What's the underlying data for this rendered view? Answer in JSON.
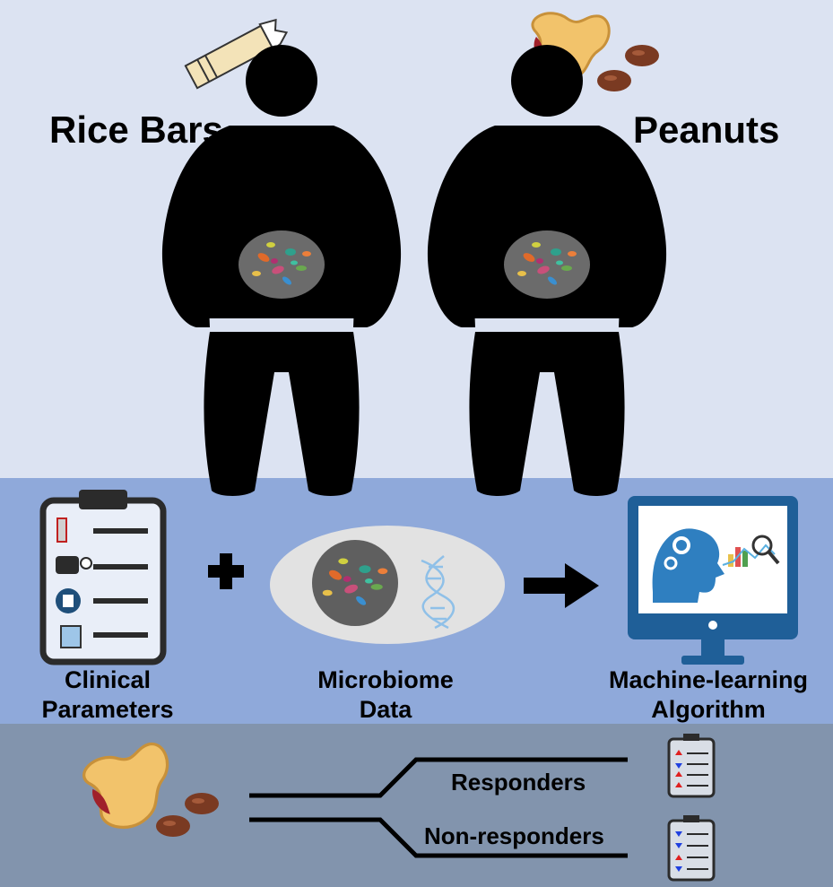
{
  "top": {
    "left_title": "Rice Bars",
    "right_title": "Peanuts"
  },
  "pipeline": {
    "clinical_label": "Clinical\nParameters",
    "microbiome_label": "Microbiome\nData",
    "ml_label": "Machine-learning\nAlgorithm"
  },
  "outcome": {
    "responders_label": "Responders",
    "non_responders_label": "Non-responders"
  },
  "colors": {
    "top_band": "#dce3f2",
    "middle_band": "#8fa9da",
    "bottom_band": "#8294ad",
    "silhouette": "#000000",
    "monitor": "#1f5f98",
    "brain": "#2f7fc0",
    "peanut_shell": "#f2c36b",
    "up_arrow": "#e02020",
    "down_arrow": "#2040e0"
  },
  "icons": [
    "rice-bar-icon",
    "peanut-icon",
    "person-silhouette-icon",
    "microbiome-icon",
    "clipboard-icon",
    "plus-icon",
    "arrow-right-icon",
    "dna-icon",
    "monitor-icon",
    "brain-gear-icon",
    "chart-magnifier-icon"
  ]
}
